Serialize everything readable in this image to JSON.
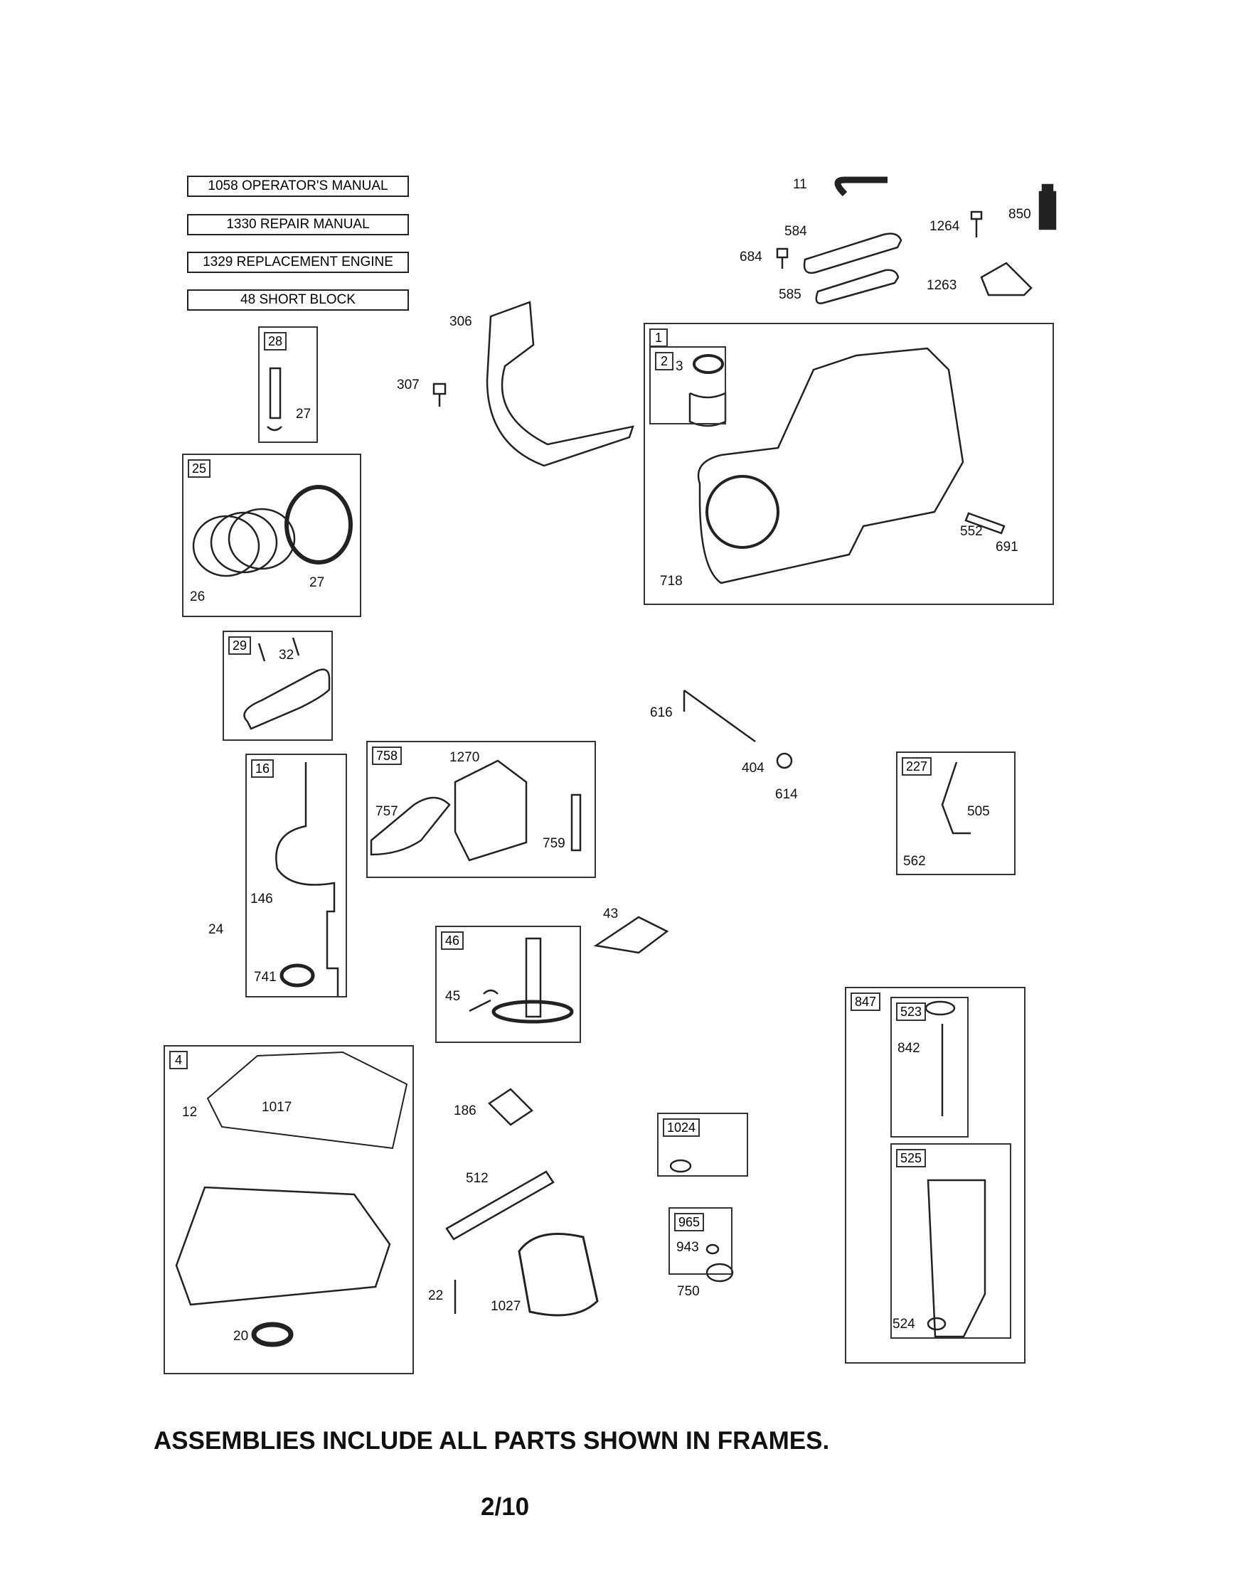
{
  "manuals": [
    {
      "text": "1058 OPERATOR'S MANUAL"
    },
    {
      "text": "1330 REPAIR MANUAL"
    },
    {
      "text": "1329 REPLACEMENT ENGINE"
    },
    {
      "text": "48 SHORT BLOCK"
    }
  ],
  "frames": {
    "f28": "28",
    "f25": "25",
    "f29": "29",
    "f16": "16",
    "f758": "758",
    "f1": "1",
    "f2": "2",
    "f227": "227",
    "f46": "46",
    "f847": "847",
    "f523": "523",
    "f525": "525",
    "f4": "4",
    "f1024": "1024",
    "f965": "965"
  },
  "labels": {
    "p11": "11",
    "p584": "584",
    "p684": "684",
    "p585": "585",
    "p1264": "1264",
    "p850": "850",
    "p1263": "1263",
    "p306": "306",
    "p307": "307",
    "p27a": "27",
    "p3": "3",
    "p26": "26",
    "p27b": "27",
    "p552": "552",
    "p691": "691",
    "p718": "718",
    "p32": "32",
    "p616": "616",
    "p404": "404",
    "p614": "614",
    "p1270": "1270",
    "p757": "757",
    "p759": "759",
    "p505": "505",
    "p562": "562",
    "p146": "146",
    "p24": "24",
    "p741": "741",
    "p43": "43",
    "p45": "45",
    "p842": "842",
    "p12": "12",
    "p1017": "1017",
    "p186": "186",
    "p512": "512",
    "p943": "943",
    "p750": "750",
    "p22": "22",
    "p1027": "1027",
    "p20": "20",
    "p524": "524"
  },
  "footer_note": "ASSEMBLIES INCLUDE ALL PARTS SHOWN IN FRAMES.",
  "page_number": "2/10"
}
